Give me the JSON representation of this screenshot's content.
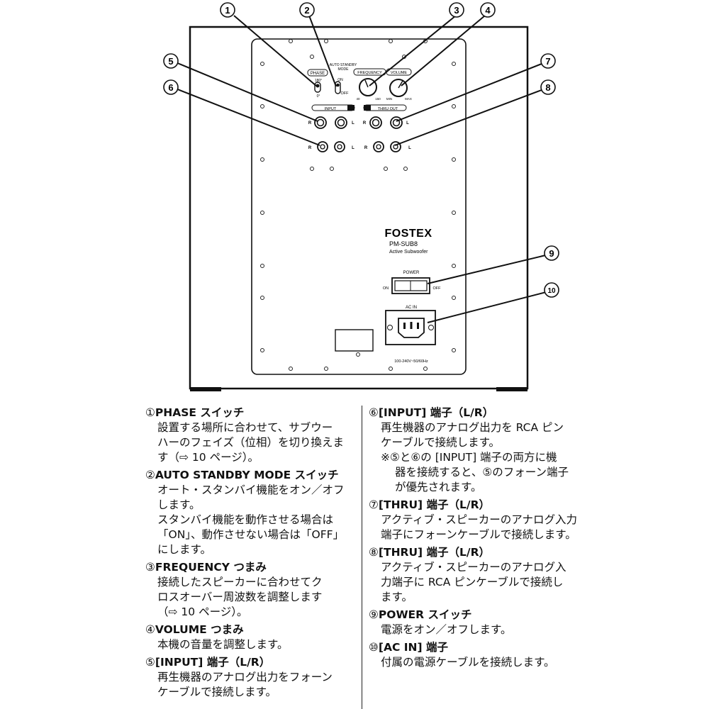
{
  "diagram": {
    "callouts": [
      "①",
      "②",
      "③",
      "④",
      "⑤",
      "⑥",
      "⑦",
      "⑧",
      "⑨",
      "⑩"
    ],
    "brand": "FOSTEX",
    "model": "PM-SUB8",
    "model_sub": "Active Subwoofer",
    "labels": {
      "phase": "PHASE",
      "phase_180": "180°",
      "phase_0": "0°",
      "auto_standby": "AUTO STANDBY",
      "mode": "MODE",
      "on": "ON",
      "off": "OFF",
      "frequency": "FREQUENCY",
      "freq_min": "40",
      "freq_max": "150",
      "volume": "VOLUME",
      "vol_min": "MIN",
      "vol_max": "MAX",
      "input": "INPUT",
      "thru_out": "THRU OUT",
      "r": "R",
      "l": "L",
      "power": "POWER",
      "power_on": "ON",
      "power_off": "OFF",
      "ac_in": "AC IN",
      "voltage": "100-240V~50/60Hz"
    }
  },
  "left_items": [
    {
      "num": "①",
      "title": "PHASE",
      "suffix": " スイッチ",
      "lines": [
        "設置する場所に合わせて、サブウー",
        "ハーのフェイズ（位相）を切り換えま",
        "す（⇨ 10 ページ）。"
      ]
    },
    {
      "num": "②",
      "title": "AUTO STANDBY MODE",
      "suffix": " スイッチ",
      "lines": [
        "オート・スタンバイ機能をオン／オフ",
        "します。",
        "スタンバイ機能を動作させる場合は",
        "「ON」、動作させない場合は「OFF」",
        "にします。"
      ]
    },
    {
      "num": "③",
      "title": "FREQUENCY",
      "suffix": " つまみ",
      "lines": [
        "接続したスピーカーに合わせてク",
        "ロスオーバー周波数を調整します",
        "（⇨ 10 ページ）。"
      ]
    },
    {
      "num": "④",
      "title": "VOLUME",
      "suffix": " つまみ",
      "lines": [
        "本機の音量を調整します。"
      ]
    },
    {
      "num": "⑤",
      "title": "[INPUT]",
      "suffix": " 端子（L/R）",
      "lines": [
        "再生機器のアナログ出力をフォーン",
        "ケーブルで接続します。"
      ]
    }
  ],
  "right_items": [
    {
      "num": "⑥",
      "title": "[INPUT]",
      "suffix": " 端子（L/R）",
      "lines": [
        "再生機器のアナログ出力を RCA ピン",
        "ケーブルで接続します。"
      ],
      "note": [
        "※⑤と⑥の [INPUT] 端子の両方に機",
        "器を接続すると、⑤のフォーン端子",
        "が優先されます。"
      ]
    },
    {
      "num": "⑦",
      "title": "[THRU]",
      "suffix": " 端子（L/R）",
      "lines": [
        "アクティブ・スピーカーのアナログ入力",
        "端子にフォーンケーブルで接続します。"
      ]
    },
    {
      "num": "⑧",
      "title": "[THRU]",
      "suffix": " 端子（L/R）",
      "lines": [
        "アクティブ・スピーカーのアナログ入",
        "力端子に RCA ピンケーブルで接続し",
        "ます。"
      ]
    },
    {
      "num": "⑨",
      "title": "POWER",
      "suffix": " スイッチ",
      "lines": [
        "電源をオン／オフします。"
      ]
    },
    {
      "num": "⑩",
      "title": "[AC IN]",
      "suffix": " 端子",
      "lines": [
        "付属の電源ケーブルを接続します。"
      ]
    }
  ]
}
